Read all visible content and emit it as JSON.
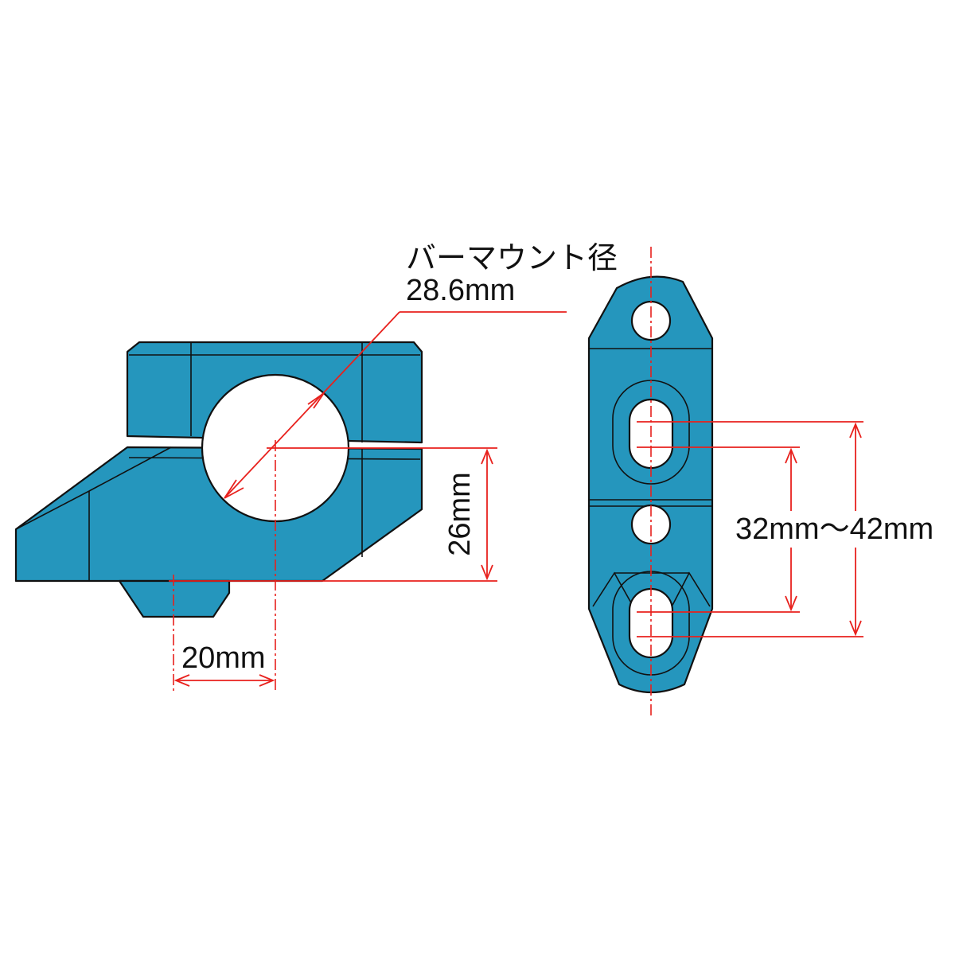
{
  "labels": {
    "bar_mount_title": "バーマウント径",
    "bar_mount_value": "28.6mm",
    "height_dim": "26mm",
    "offset_dim": "20mm",
    "pitch_dim": "32mm～42mm"
  },
  "colors": {
    "part_fill": "#2596bd",
    "outline": "#111111",
    "dimension": "#e8211d"
  }
}
